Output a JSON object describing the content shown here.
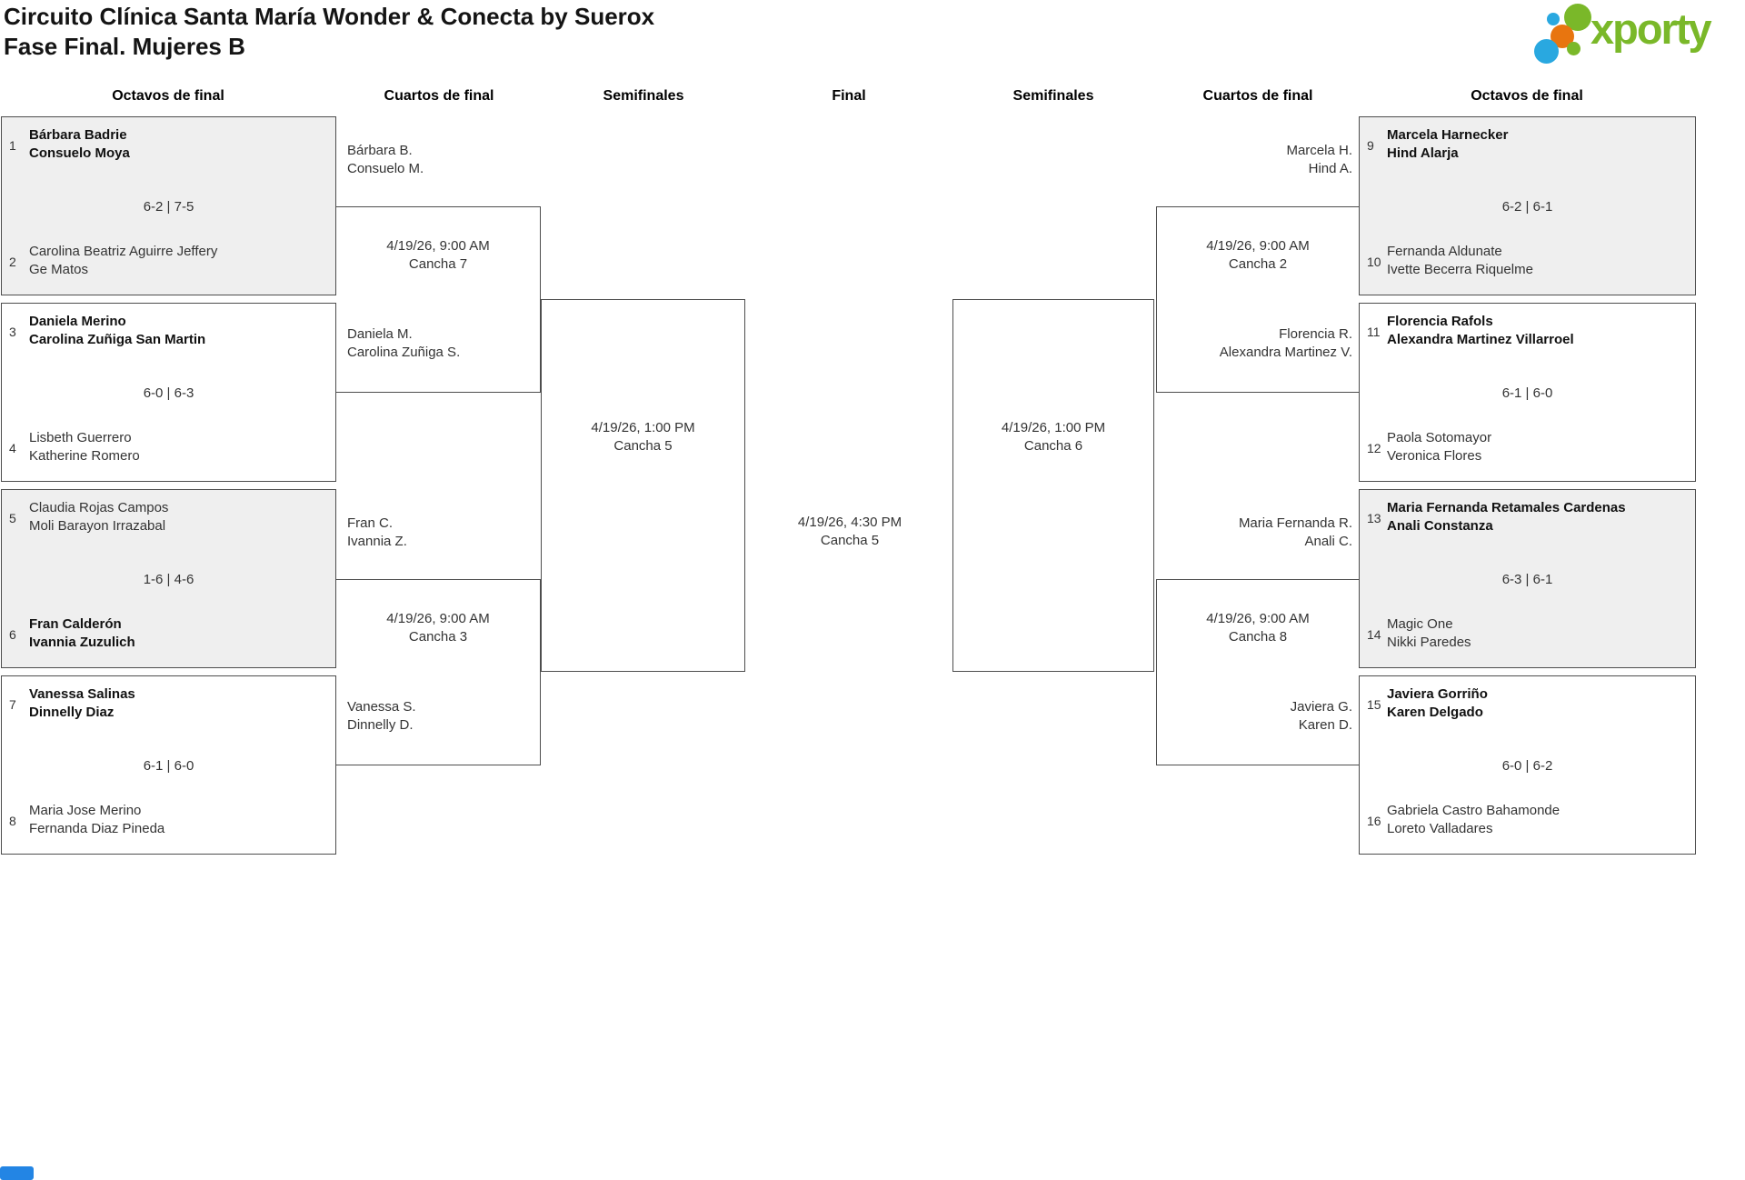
{
  "header": {
    "title_line1": "Circuito Clínica Santa María Wonder & Conecta by Suerox",
    "title_line2": "Fase Final. Mujeres B",
    "logo_text": "xporty",
    "logo_colors": {
      "green": "#7ab829",
      "blue": "#29a8e0",
      "orange": "#e8750f"
    }
  },
  "round_headers": [
    "Octavos de final",
    "Cuartos de final",
    "Semifinales",
    "Final",
    "Semifinales",
    "Cuartos de final",
    "Octavos de final"
  ],
  "matches": {
    "octavos_left": [
      {
        "seed_top": "1",
        "top": [
          "Bárbara Badrie",
          "Consuelo Moya"
        ],
        "top_winner": true,
        "score": "6-2 | 7-5",
        "seed_bottom": "2",
        "bottom": [
          "Carolina Beatriz Aguirre Jeffery",
          "Ge Matos"
        ],
        "bottom_winner": false
      },
      {
        "seed_top": "3",
        "top": [
          "Daniela Merino",
          "Carolina Zuñiga San Martin"
        ],
        "top_winner": true,
        "score": "6-0 | 6-3",
        "seed_bottom": "4",
        "bottom": [
          "Lisbeth Guerrero",
          "Katherine Romero"
        ],
        "bottom_winner": false
      },
      {
        "seed_top": "5",
        "top": [
          "Claudia Rojas Campos",
          "Moli Barayon Irrazabal"
        ],
        "top_winner": false,
        "score": "1-6 | 4-6",
        "seed_bottom": "6",
        "bottom": [
          "Fran Calderón",
          "Ivannia Zuzulich"
        ],
        "bottom_winner": true
      },
      {
        "seed_top": "7",
        "top": [
          "Vanessa Salinas",
          "Dinnelly Diaz"
        ],
        "top_winner": true,
        "score": "6-1 | 6-0",
        "seed_bottom": "8",
        "bottom": [
          "Maria Jose Merino",
          "Fernanda Diaz Pineda"
        ],
        "bottom_winner": false
      }
    ],
    "octavos_right": [
      {
        "seed_top": "9",
        "top": [
          "Marcela Harnecker",
          "Hind Alarja"
        ],
        "top_winner": true,
        "score": "6-2 | 6-1",
        "seed_bottom": "10",
        "bottom": [
          "Fernanda Aldunate",
          "Ivette Becerra Riquelme"
        ],
        "bottom_winner": false
      },
      {
        "seed_top": "11",
        "top": [
          "Florencia Rafols",
          "Alexandra Martinez Villarroel"
        ],
        "top_winner": true,
        "score": "6-1 | 6-0",
        "seed_bottom": "12",
        "bottom": [
          "Paola Sotomayor",
          "Veronica Flores"
        ],
        "bottom_winner": false
      },
      {
        "seed_top": "13",
        "top": [
          "Maria Fernanda Retamales Cardenas",
          "Anali Constanza"
        ],
        "top_winner": true,
        "score": "6-3 | 6-1",
        "seed_bottom": "14",
        "bottom": [
          "Magic One",
          "Nikki Paredes"
        ],
        "bottom_winner": false
      },
      {
        "seed_top": "15",
        "top": [
          "Javiera Gorriño",
          "Karen Delgado"
        ],
        "top_winner": true,
        "score": "6-0 | 6-2",
        "seed_bottom": "16",
        "bottom": [
          "Gabriela Castro Bahamonde",
          "Loreto Valladares"
        ],
        "bottom_winner": false
      }
    ],
    "cuartos_left": [
      {
        "top": [
          "Bárbara B.",
          "Consuelo M."
        ],
        "schedule": [
          "4/19/26, 9:00 AM",
          "Cancha 7"
        ],
        "bottom": [
          "Daniela M.",
          "Carolina Zuñiga S."
        ]
      },
      {
        "top": [
          "Fran C.",
          "Ivannia Z."
        ],
        "schedule": [
          "4/19/26, 9:00 AM",
          "Cancha 3"
        ],
        "bottom": [
          "Vanessa S.",
          "Dinnelly D."
        ]
      }
    ],
    "cuartos_right": [
      {
        "top": [
          "Marcela H.",
          "Hind A."
        ],
        "schedule": [
          "4/19/26, 9:00 AM",
          "Cancha 2"
        ],
        "bottom": [
          "Florencia R.",
          "Alexandra Martinez V."
        ]
      },
      {
        "top": [
          "Maria Fernanda R.",
          "Anali C."
        ],
        "schedule": [
          "4/19/26, 9:00 AM",
          "Cancha 8"
        ],
        "bottom": [
          "Javiera G.",
          "Karen D."
        ]
      }
    ],
    "semifinal_left": {
      "schedule": [
        "4/19/26, 1:00 PM",
        "Cancha 5"
      ]
    },
    "semifinal_right": {
      "schedule": [
        "4/19/26, 1:00 PM",
        "Cancha 6"
      ]
    },
    "final": {
      "schedule": [
        "4/19/26, 4:30 PM",
        "Cancha 5"
      ]
    }
  }
}
